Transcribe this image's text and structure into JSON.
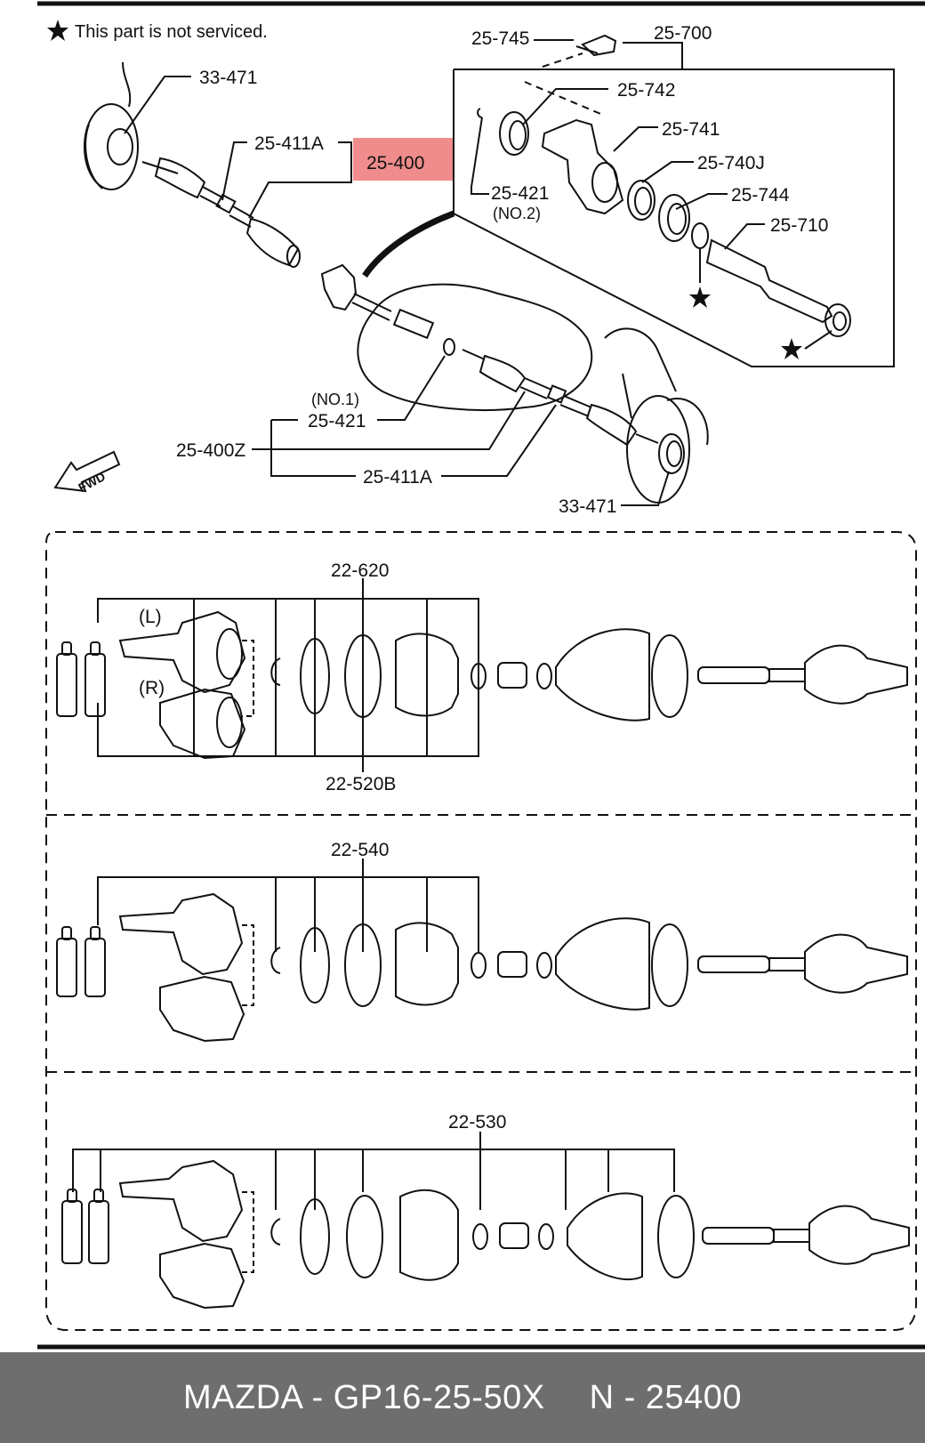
{
  "note": {
    "text": "This part is not serviced.",
    "marker": "star-icon"
  },
  "labels": {
    "l33471_top": "33-471",
    "l25411a_top": "25-411A",
    "l25400": "25-400",
    "l25745": "25-745",
    "l25700": "25-700",
    "l25742": "25-742",
    "l25741": "25-741",
    "l25740j": "25-740J",
    "l25421_no2": "25-421",
    "no2": "(NO.2)",
    "l25744": "25-744",
    "l25710": "25-710",
    "no1": "(NO.1)",
    "l25421_no1": "25-421",
    "l25400z": "25-400Z",
    "l25411a_bottom": "25-411A",
    "l33471_bottom": "33-471",
    "fwd": "FWD",
    "l22620": "22-620",
    "lL": "(L)",
    "lR": "(R)",
    "l22520b": "22-520B",
    "l22540": "22-540",
    "l22530": "22-530"
  },
  "highlight_color": "#f08c8c",
  "footer": {
    "brand_part": "MAZDA - GP16-25-50X",
    "ref": "N - 25400"
  }
}
